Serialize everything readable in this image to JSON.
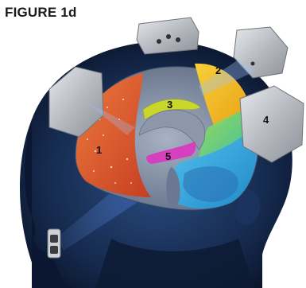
{
  "figure": {
    "title": "FIGURE 1d"
  },
  "labels": {
    "region_1": "1",
    "region_2": "2",
    "region_3": "3",
    "region_4": "4",
    "region_5": "5"
  },
  "colors": {
    "background": "#ffffff",
    "head_dark": "#0f1e3a",
    "head_mid": "#1d3a66",
    "brain_gray": "#7d8aa0",
    "region_1": "#e8532b",
    "region_2": "#f2b51d",
    "region_3": "#c9d62a",
    "region_4_band": "#3fb6e8",
    "region_5": "#d63fbd",
    "device_gray": "#b9bcc2",
    "beam_blue": "#3a5fd0"
  },
  "icons": {
    "emitter": "hexagonal-sensor-module",
    "camera": "sensor-camera-module"
  }
}
